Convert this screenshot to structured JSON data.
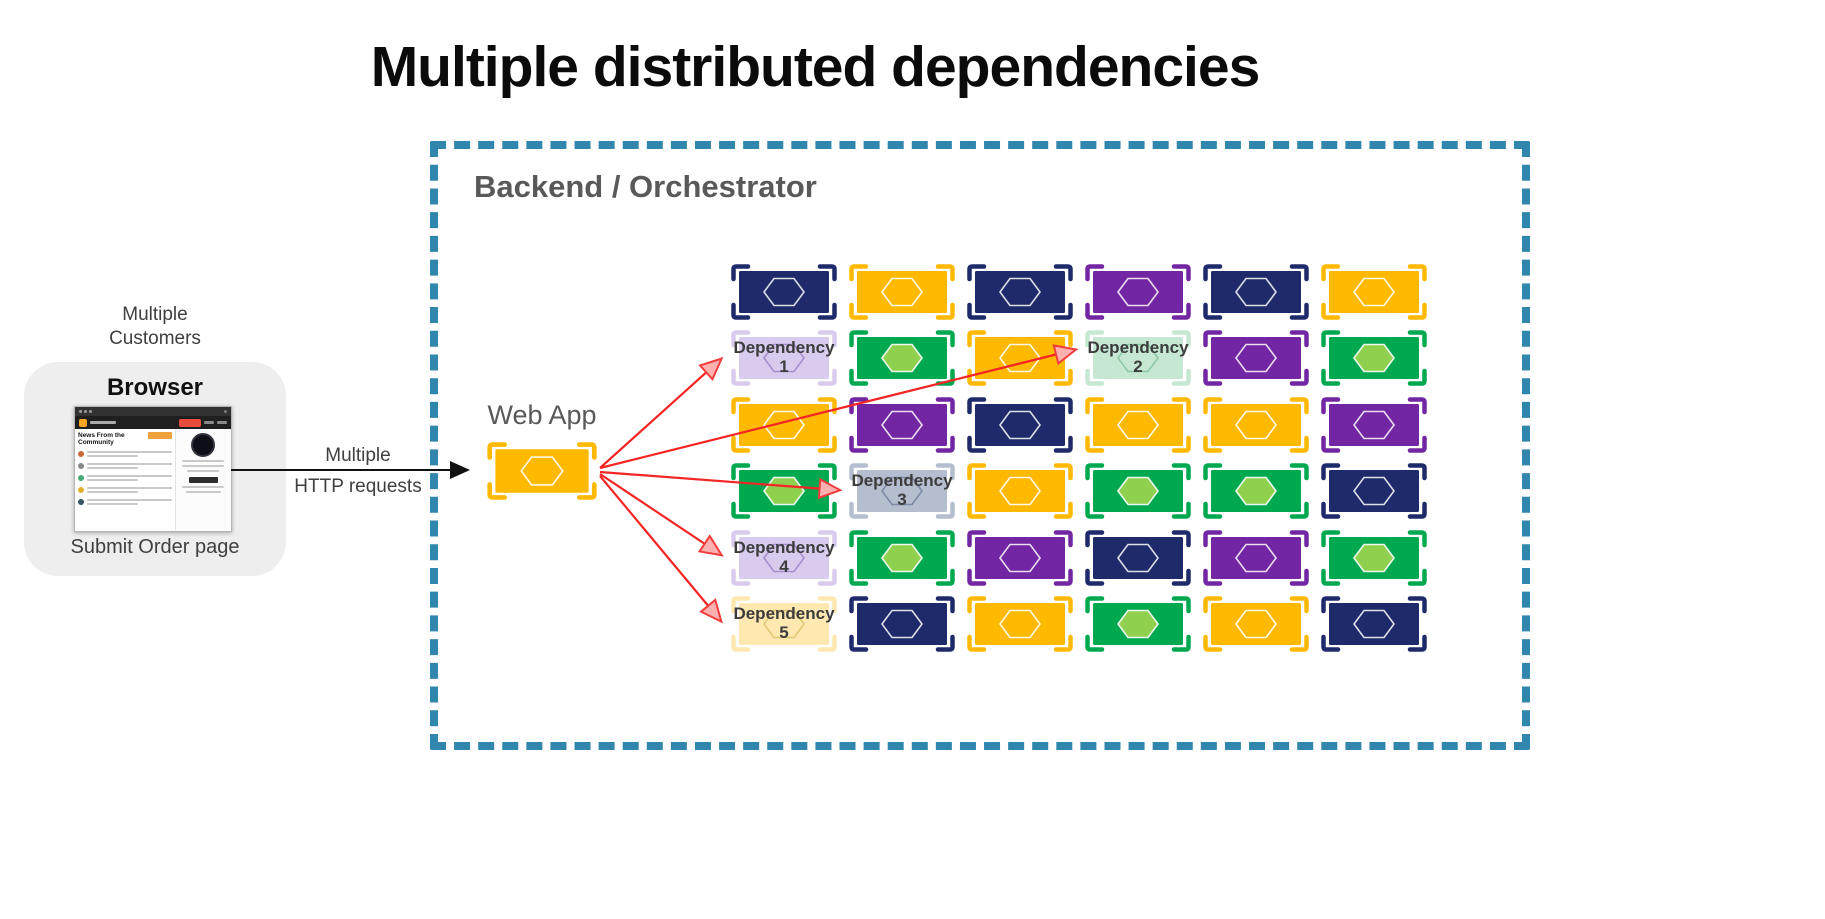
{
  "title": "Multiple distributed dependencies",
  "customers": {
    "line1": "Multiple",
    "line2": "Customers"
  },
  "browser_card": {
    "title": "Browser",
    "caption": "Submit Order page",
    "mini_heading": "News From the Community"
  },
  "http_label": {
    "line1": "Multiple",
    "line2": "HTTP requests"
  },
  "backend": {
    "label": "Backend / Orchestrator",
    "webapp_label": "Web App"
  },
  "colors": {
    "navy": "#1E2A69",
    "yellow": "#FFB900",
    "purple": "#7326A3",
    "green": "#00A850",
    "green_hexagon": "#8FD14F",
    "dashed_border": "#3186AE",
    "arrow_red": "#F42525",
    "dep1_bg": "#D8CBEE",
    "dep2_bg": "#C6E8D3",
    "dep3_bg": "#B4BECE",
    "dep4_bg": "#D8CBEE",
    "dep5_bg": "#FFE9B0"
  },
  "dependencies": [
    {
      "word": "Dependency",
      "num": "1"
    },
    {
      "word": "Dependency",
      "num": "2"
    },
    {
      "word": "Dependency",
      "num": "3"
    },
    {
      "word": "Dependency",
      "num": "4"
    },
    {
      "word": "Dependency",
      "num": "5"
    }
  ],
  "grid": [
    [
      "navy",
      "yellow",
      "navy",
      "purple",
      "navy",
      "yellow"
    ],
    [
      "dep1",
      "green",
      "yellow",
      "dep2",
      "purple",
      "green"
    ],
    [
      "yellow",
      "purple",
      "navy",
      "yellow",
      "yellow",
      "purple"
    ],
    [
      "green",
      "dep3",
      "yellow",
      "green",
      "green",
      "navy"
    ],
    [
      "dep4",
      "green",
      "purple",
      "navy",
      "purple",
      "green"
    ],
    [
      "dep5",
      "navy",
      "yellow",
      "green",
      "yellow",
      "navy"
    ]
  ]
}
